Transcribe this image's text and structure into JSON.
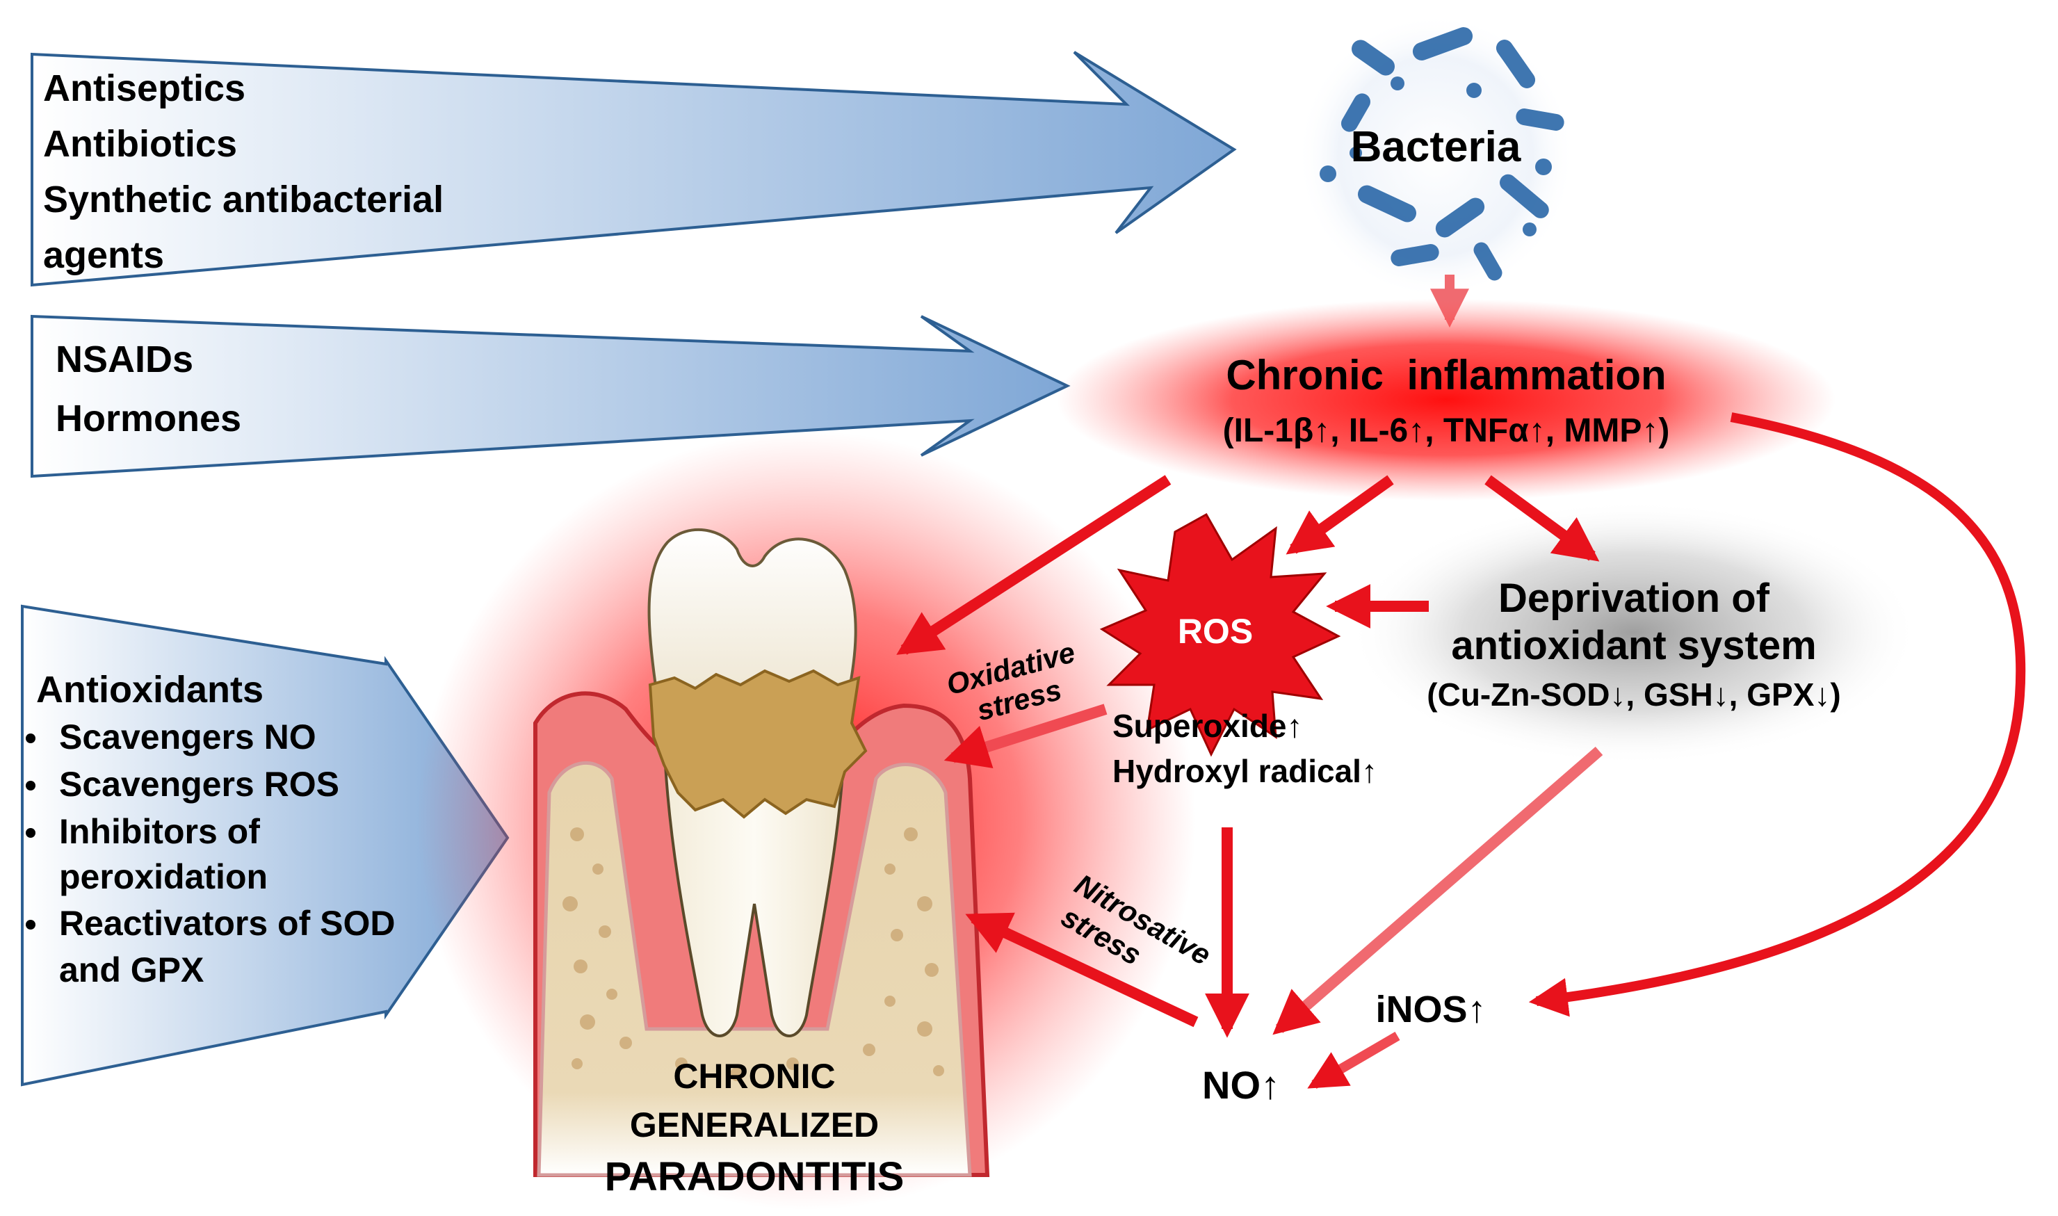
{
  "treatments": {
    "antibacterial": [
      "Antiseptics",
      "Antibiotics",
      "Synthetic antibacterial",
      "agents"
    ],
    "anti_inflammatory": [
      "NSAIDs",
      "Hormones"
    ],
    "antioxidants": {
      "title": "Antioxidants",
      "items": [
        [
          "Scavengers NO"
        ],
        [
          "Scavengers ROS"
        ],
        [
          "Inhibitors of",
          "peroxidation"
        ],
        [
          "Reactivators of SOD",
          "and GPX"
        ]
      ]
    }
  },
  "bacteria": {
    "label": "Bacteria"
  },
  "inflammation": {
    "title": "Chronic  inflammation",
    "markers": "(IL-1β↑, IL-6↑, TNFα↑, MMP↑)"
  },
  "ros": {
    "label": "ROS",
    "species": [
      "Superoxide↑",
      "Hydroxyl radical↑"
    ]
  },
  "antioxidant_deprivation": {
    "lines": [
      "Deprivation of",
      "antioxidant system"
    ],
    "markers": "(Cu-Zn-SOD↓, GSH↓, GPX↓)"
  },
  "stress": {
    "oxidative": [
      "Oxidative",
      "stress"
    ],
    "nitrosative": [
      "Nitrosative",
      "stress"
    ]
  },
  "inos": "iNOS↑",
  "no": "NO↑",
  "disease": {
    "lines": [
      "CHRONIC",
      "GENERALIZED",
      "PARADONTITIS"
    ]
  },
  "colors": {
    "pathway_red": "#e8121c",
    "treatment_blue": "#7fa7d6",
    "treatment_outline": "#2d5f92",
    "glow_red": "#ff0000"
  }
}
